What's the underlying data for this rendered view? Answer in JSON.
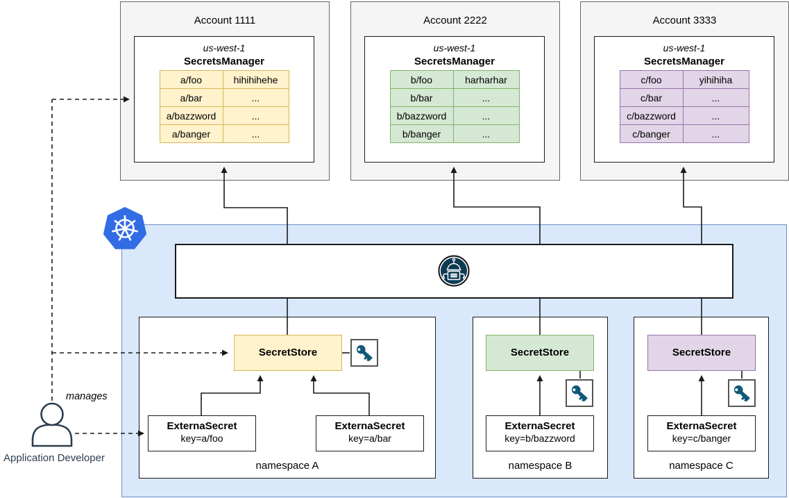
{
  "accounts": [
    {
      "title": "Account 1111",
      "region": "us-west-1",
      "service": "SecretsManager",
      "colors": {
        "fill": "#fff2cc",
        "border": "#d6b656"
      },
      "secrets": [
        {
          "key": "a/foo",
          "value": "hihihihehe"
        },
        {
          "key": "a/bar",
          "value": "..."
        },
        {
          "key": "a/bazzword",
          "value": "..."
        },
        {
          "key": "a/banger",
          "value": "..."
        }
      ]
    },
    {
      "title": "Account 2222",
      "region": "us-west-1",
      "service": "SecretsManager",
      "colors": {
        "fill": "#d5e8d4",
        "border": "#82b366"
      },
      "secrets": [
        {
          "key": "b/foo",
          "value": "harharhar"
        },
        {
          "key": "b/bar",
          "value": "..."
        },
        {
          "key": "b/bazzword",
          "value": "..."
        },
        {
          "key": "b/banger",
          "value": "..."
        }
      ]
    },
    {
      "title": "Account 3333",
      "region": "us-west-1",
      "service": "SecretsManager",
      "colors": {
        "fill": "#e1d5e7",
        "border": "#9673a6"
      },
      "secrets": [
        {
          "key": "c/foo",
          "value": "yihihiha"
        },
        {
          "key": "c/bar",
          "value": "..."
        },
        {
          "key": "c/bazzword",
          "value": "..."
        },
        {
          "key": "c/banger",
          "value": "..."
        }
      ]
    }
  ],
  "cluster": {
    "logo_icon": "kubernetes-logo",
    "controller_icon": "external-secrets-operator-logo",
    "namespaces": [
      {
        "label": "namespace A",
        "secret_store": {
          "label": "SecretStore",
          "fill": "#fff2cc",
          "border": "#d6b656"
        },
        "external_secrets": [
          {
            "name": "ExternaSecret",
            "key": "key=a/foo"
          },
          {
            "name": "ExternaSecret",
            "key": "key=a/bar"
          }
        ]
      },
      {
        "label": "namespace B",
        "secret_store": {
          "label": "SecretStore",
          "fill": "#d5e8d4",
          "border": "#82b366"
        },
        "external_secrets": [
          {
            "name": "ExternaSecret",
            "key": "key=b/bazzword"
          }
        ]
      },
      {
        "label": "namespace C",
        "secret_store": {
          "label": "SecretStore",
          "fill": "#e1d5e7",
          "border": "#9673a6"
        },
        "external_secrets": [
          {
            "name": "ExternaSecret",
            "key": "key=c/banger"
          }
        ]
      }
    ]
  },
  "actor": {
    "label": "Application Developer",
    "relation_label": "manages"
  },
  "colors": {
    "cluster_fill": "#dae8fc",
    "cluster_border": "#6c8ebf",
    "account_fill": "#f5f5f5",
    "account_border": "#666666",
    "kubernetes_blue": "#326ce5",
    "eso_navy": "#0d3a52",
    "key_icon": "#0f5878",
    "line": "#1a1a1a",
    "actor_stroke": "#2d3e50"
  }
}
